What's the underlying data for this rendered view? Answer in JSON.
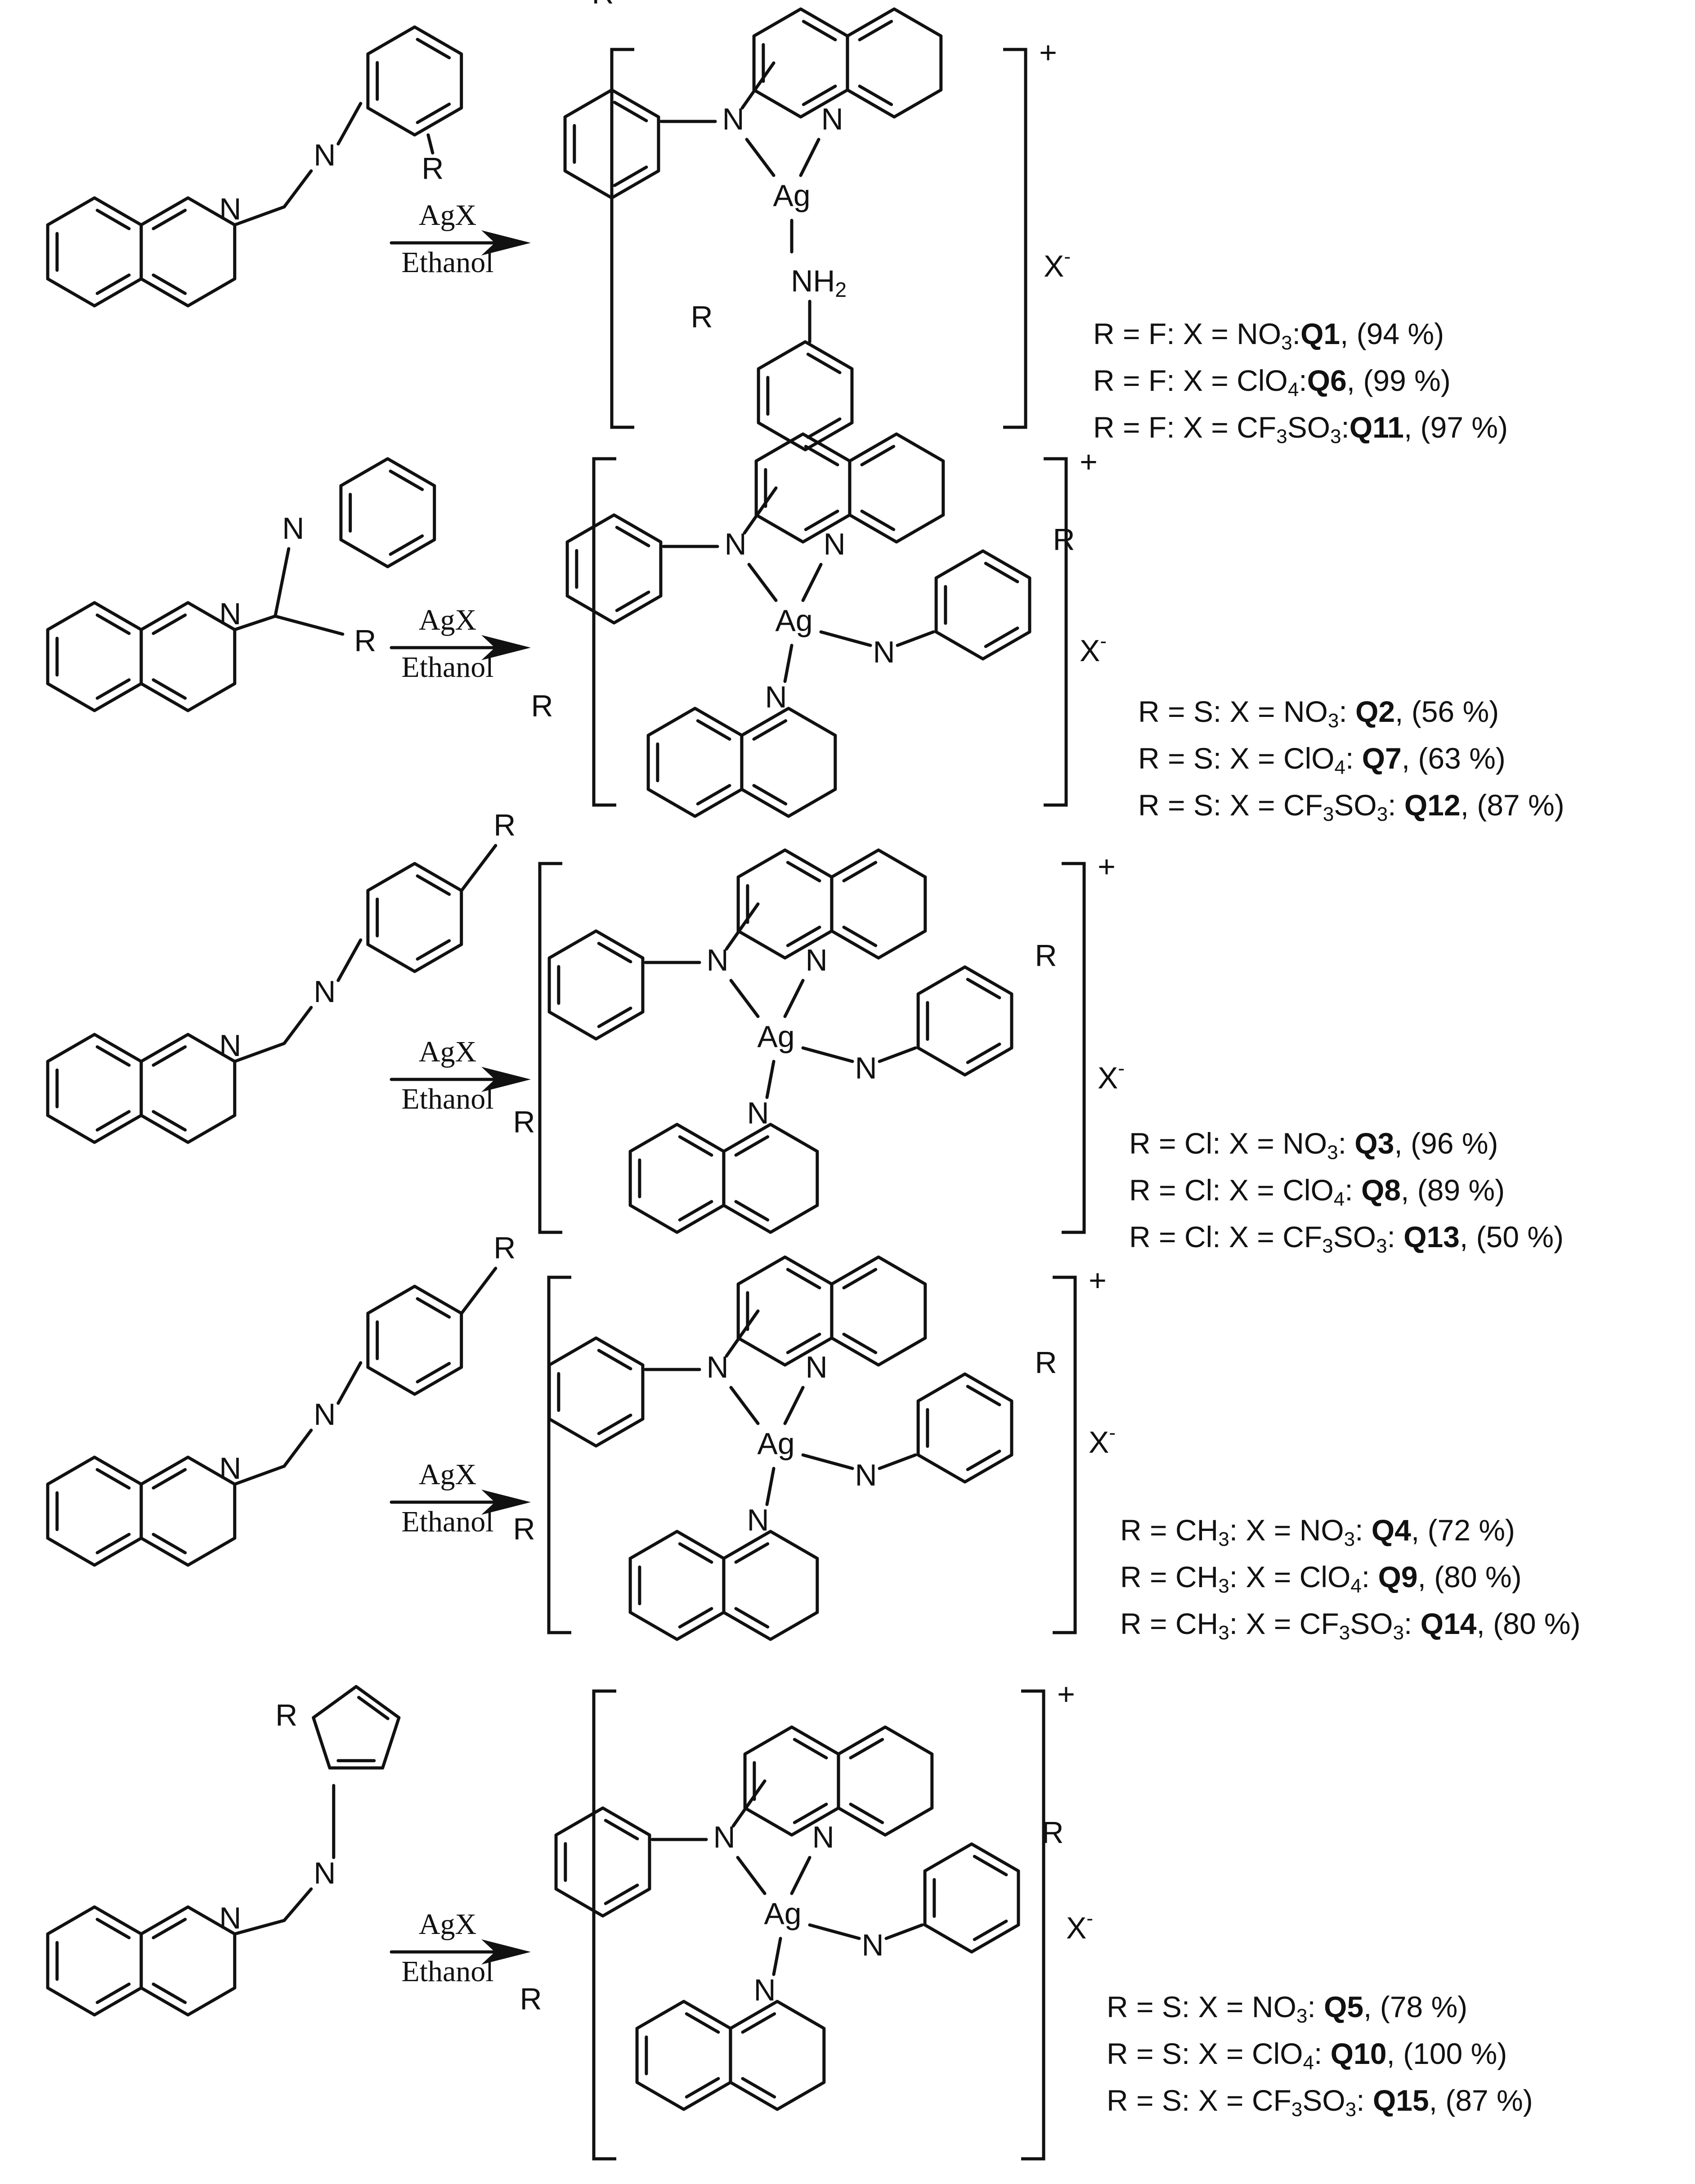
{
  "reagent": {
    "top": "AgX",
    "bottom": "Ethanol"
  },
  "labels": {
    "R": "R",
    "N": "N",
    "Ag": "Ag",
    "NH": "NH",
    "two": "2",
    "cation": "+",
    "anion_x": "X",
    "anion_sign": "-"
  },
  "rows": [
    {
      "conditions": [
        {
          "pre": "R = F: X = NO",
          "sub": "3",
          "post": ":",
          "code": "Q1",
          "yield": ", (94 %)"
        },
        {
          "pre": "R = F: X = ClO",
          "sub": "4",
          "post": ":",
          "code": "Q6",
          "yield": ", (99 %)"
        },
        {
          "pre": "R = F: X = CF",
          "sub": "3",
          "post": "SO",
          "sub2": "3",
          "post2": ":",
          "code": "Q11",
          "yield": ", (97 %)"
        }
      ]
    },
    {
      "conditions": [
        {
          "pre": "R = S: X = NO",
          "sub": "3",
          "post": ": ",
          "code": "Q2",
          "yield": ", (56 %)"
        },
        {
          "pre": "R = S: X = ClO",
          "sub": "4",
          "post": ": ",
          "code": "Q7",
          "yield": ", (63 %)"
        },
        {
          "pre": "R = S: X = CF",
          "sub": "3",
          "post": "SO",
          "sub2": "3",
          "post2": ": ",
          "code": "Q12",
          "yield": ", (87 %)"
        }
      ]
    },
    {
      "conditions": [
        {
          "pre": "R = Cl: X = NO",
          "sub": "3",
          "post": ": ",
          "code": "Q3",
          "yield": ", (96 %)"
        },
        {
          "pre": "R = Cl: X = ClO",
          "sub": "4",
          "post": ": ",
          "code": "Q8",
          "yield": ", (89 %)"
        },
        {
          "pre": "R = Cl: X = CF",
          "sub": "3",
          "post": "SO",
          "sub2": "3",
          "post2": ": ",
          "code": "Q13",
          "yield": ", (50 %)"
        }
      ]
    },
    {
      "conditions": [
        {
          "pre": "R = CH",
          "sub": "3",
          "post": ": X = NO",
          "sub2": "3",
          "post2": ": ",
          "code": "Q4",
          "yield": ", (72 %)"
        },
        {
          "pre": "R = CH",
          "sub": "3",
          "post": ": X = ClO",
          "sub2": "4",
          "post2": ": ",
          "code": "Q9",
          "yield": ", (80 %)"
        },
        {
          "pre": "R = CH",
          "sub": "3",
          "post": ": X = CF",
          "sub2": "3",
          "post2": "SO",
          "sub3": "3",
          "post3": ": ",
          "code": "Q14",
          "yield": ", (80 %)"
        }
      ]
    },
    {
      "conditions": [
        {
          "pre": "R = S: X = NO",
          "sub": "3",
          "post": ": ",
          "code": "Q5",
          "yield": ", (78 %)"
        },
        {
          "pre": "R = S: X = ClO",
          "sub": "4",
          "post": ": ",
          "code": "Q10",
          "yield": ", (100 %)"
        },
        {
          "pre": "R = S: X = CF",
          "sub": "3",
          "post": "SO",
          "sub2": "3",
          "post2": ": ",
          "code": "Q15",
          "yield": ", (87 %)"
        }
      ]
    }
  ]
}
